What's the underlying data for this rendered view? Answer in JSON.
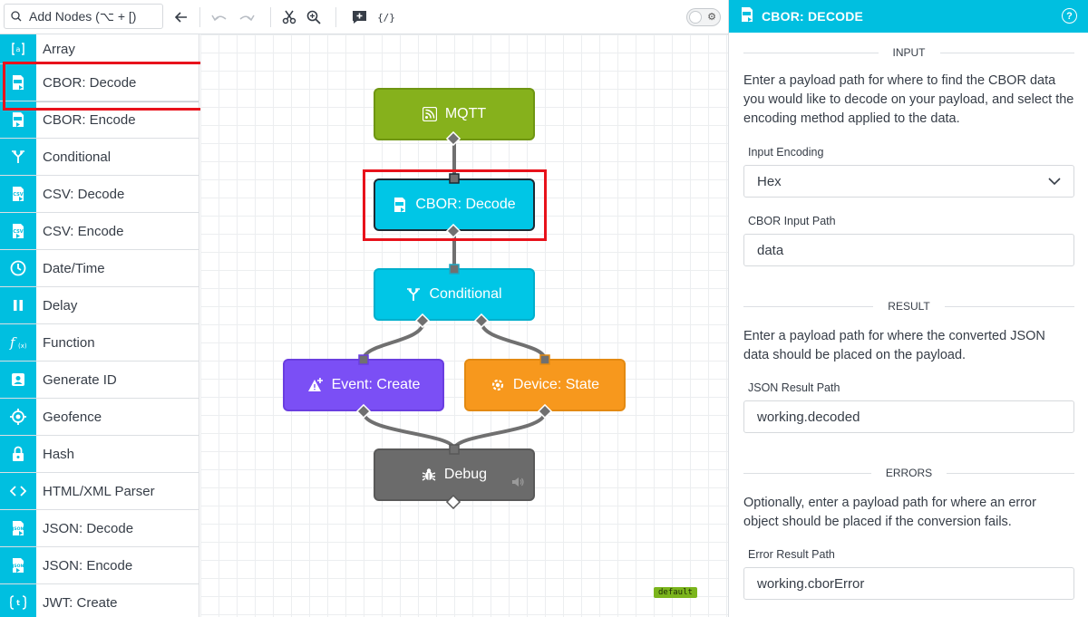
{
  "toolbar": {
    "search_placeholder": "Add Nodes (⌥ + [)"
  },
  "sidebar": {
    "items": [
      {
        "label": "Array",
        "icon": "array-icon"
      },
      {
        "label": "CBOR: Decode",
        "icon": "cbor-decode-icon"
      },
      {
        "label": "CBOR: Encode",
        "icon": "cbor-encode-icon"
      },
      {
        "label": "Conditional",
        "icon": "branch-icon"
      },
      {
        "label": "CSV: Decode",
        "icon": "csv-decode-icon"
      },
      {
        "label": "CSV: Encode",
        "icon": "csv-encode-icon"
      },
      {
        "label": "Date/Time",
        "icon": "clock-icon"
      },
      {
        "label": "Delay",
        "icon": "pause-icon"
      },
      {
        "label": "Function",
        "icon": "function-icon"
      },
      {
        "label": "Generate ID",
        "icon": "id-card-icon"
      },
      {
        "label": "Geofence",
        "icon": "crosshair-icon"
      },
      {
        "label": "Hash",
        "icon": "lock-icon"
      },
      {
        "label": "HTML/XML Parser",
        "icon": "code-brackets-icon"
      },
      {
        "label": "JSON: Decode",
        "icon": "json-decode-icon"
      },
      {
        "label": "JSON: Encode",
        "icon": "json-encode-icon"
      },
      {
        "label": "JWT: Create",
        "icon": "jwt-icon"
      }
    ]
  },
  "canvas": {
    "nodes": {
      "mqtt": "MQTT",
      "cbor_decode": "CBOR: Decode",
      "conditional": "Conditional",
      "event_create": "Event: Create",
      "device_state": "Device: State",
      "debug": "Debug"
    },
    "badge": "default"
  },
  "colors": {
    "accent": "#00bfe0",
    "mqtt": "#86b11c",
    "event": "#7b4ff5",
    "device": "#f7981d",
    "debug": "#6b6b6b",
    "highlight": "#e8121b"
  },
  "panel": {
    "title": "CBOR: DECODE",
    "input_section": "INPUT",
    "input_desc": "Enter a payload path for where to find the CBOR data you would like to decode on your payload, and select the encoding method applied to the data.",
    "encoding_label": "Input Encoding",
    "encoding_value": "Hex",
    "input_path_label": "CBOR Input Path",
    "input_path_value": "data",
    "result_section": "RESULT",
    "result_desc": "Enter a payload path for where the converted JSON data should be placed on the payload.",
    "result_path_label": "JSON Result Path",
    "result_path_value": "working.decoded",
    "errors_section": "ERRORS",
    "errors_desc": "Optionally, enter a payload path for where an error object should be placed if the conversion fails.",
    "error_path_label": "Error Result Path",
    "error_path_value": "working.cborError"
  }
}
